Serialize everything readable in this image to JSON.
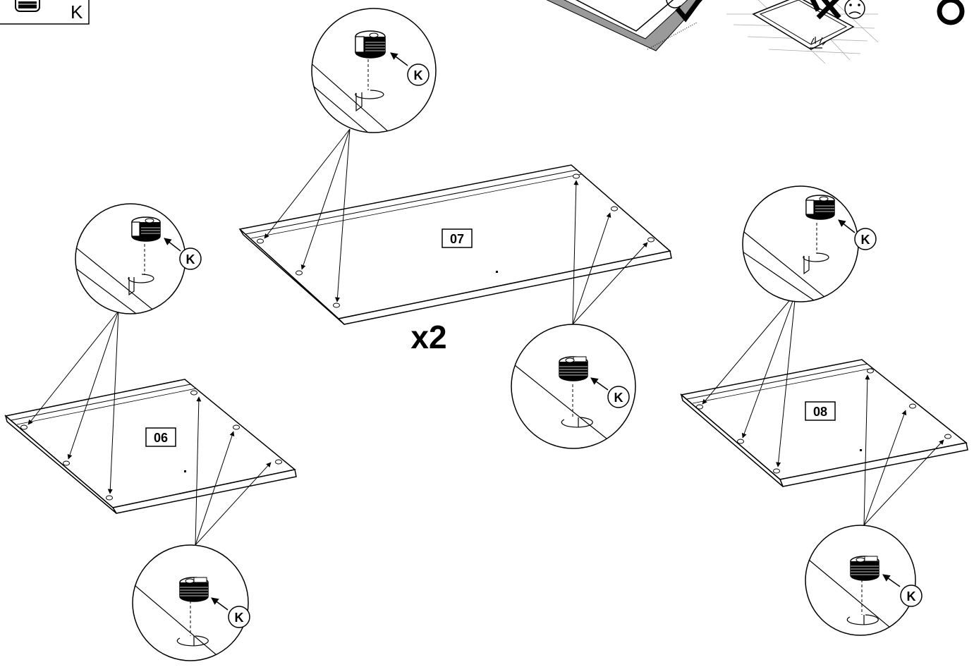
{
  "parts_key": {
    "letter": "K"
  },
  "multiplier": "x2",
  "panels": [
    {
      "id": "panel-06",
      "number": "06"
    },
    {
      "id": "panel-07",
      "number": "07"
    },
    {
      "id": "panel-08",
      "number": "08"
    }
  ],
  "callout_letter": "K",
  "colors": {
    "ink": "#000000",
    "gray": "#9a9a9a"
  }
}
